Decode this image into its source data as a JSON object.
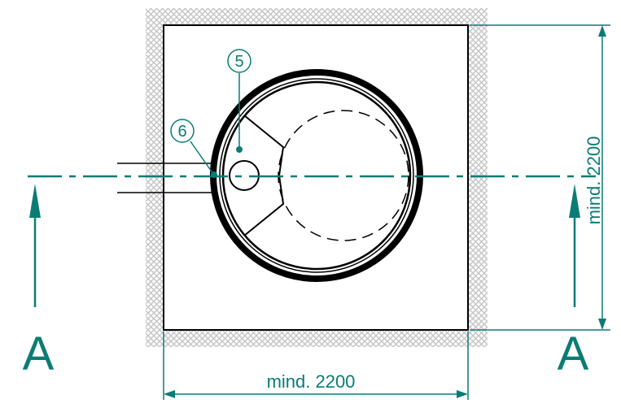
{
  "dimensions": {
    "width_label": "mind. 2200",
    "height_label": "mind. 2200"
  },
  "section_marks": {
    "left": "A",
    "right": "A"
  },
  "callouts": {
    "item_5": "5",
    "item_6": "6"
  },
  "colors": {
    "dimension": "#0a7c75",
    "outline": "#000000",
    "hatch": "#c4c4c4"
  }
}
